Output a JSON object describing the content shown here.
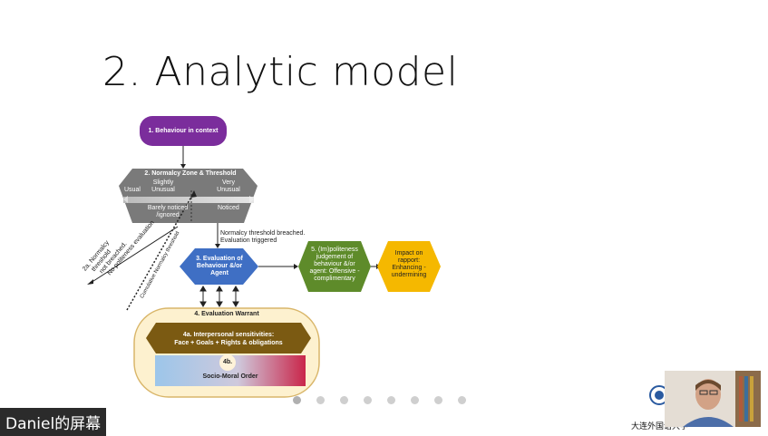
{
  "slide": {
    "title": "2. Analytic model"
  },
  "diagram": {
    "box1": "1. Behaviour in context",
    "box2_title": "2. Normalcy Zone & Threshold",
    "box2_slightly": "Slightly",
    "box2_unusual_1": "Unusual",
    "box2_usual": "Usual",
    "box2_very": "Very",
    "box2_unusual_2": "Unusual",
    "box2_barely": "Barely noticed",
    "box2_ignored": "/ignored",
    "box2_noticed": "Noticed",
    "threshold_note_1": "Normalcy threshold breached.",
    "threshold_note_2": "Evaluation triggered",
    "box2a_1": "2a. Normalcy",
    "box2a_2": "threshold",
    "box2a_3": "not breached.",
    "box2a_4": "No politeness evaluation",
    "side_dotted": "Cumulative Normalcy threshold",
    "box3_1": "3. Evaluation of",
    "box3_2": "Behaviour &/or",
    "box3_3": "Agent",
    "box5_1": "5. (Im)politeness",
    "box5_2": "judgement of",
    "box5_3": "behaviour &/or",
    "box5_4": "agent: Offensive -",
    "box5_5": "complimentary",
    "box6_1": "Impact on",
    "box6_2": "rapport:",
    "box6_3": "Enhancing -",
    "box6_4": "undermining",
    "box4": "4. Evaluation Warrant",
    "box4a_1": "4a. Interpersonal sensitivities:",
    "box4a_2": "Face + Goals + Rights & obligations",
    "box4b_1": "4b.",
    "box4b_2": "Socio-Moral Order"
  },
  "pagination": {
    "count": 8,
    "active_index": 0
  },
  "overlay": {
    "screen_share_label": "Daniel的屏幕",
    "logo_text": "大连外国语大学"
  },
  "colors": {
    "purple": "#7b2d9c",
    "gray": "#7a7a7a",
    "blue": "#3f6fc4",
    "green": "#5e8b2a",
    "yellow": "#f5b800",
    "brown": "#7b5a12",
    "warrant_bg": "#fdf1cf"
  }
}
